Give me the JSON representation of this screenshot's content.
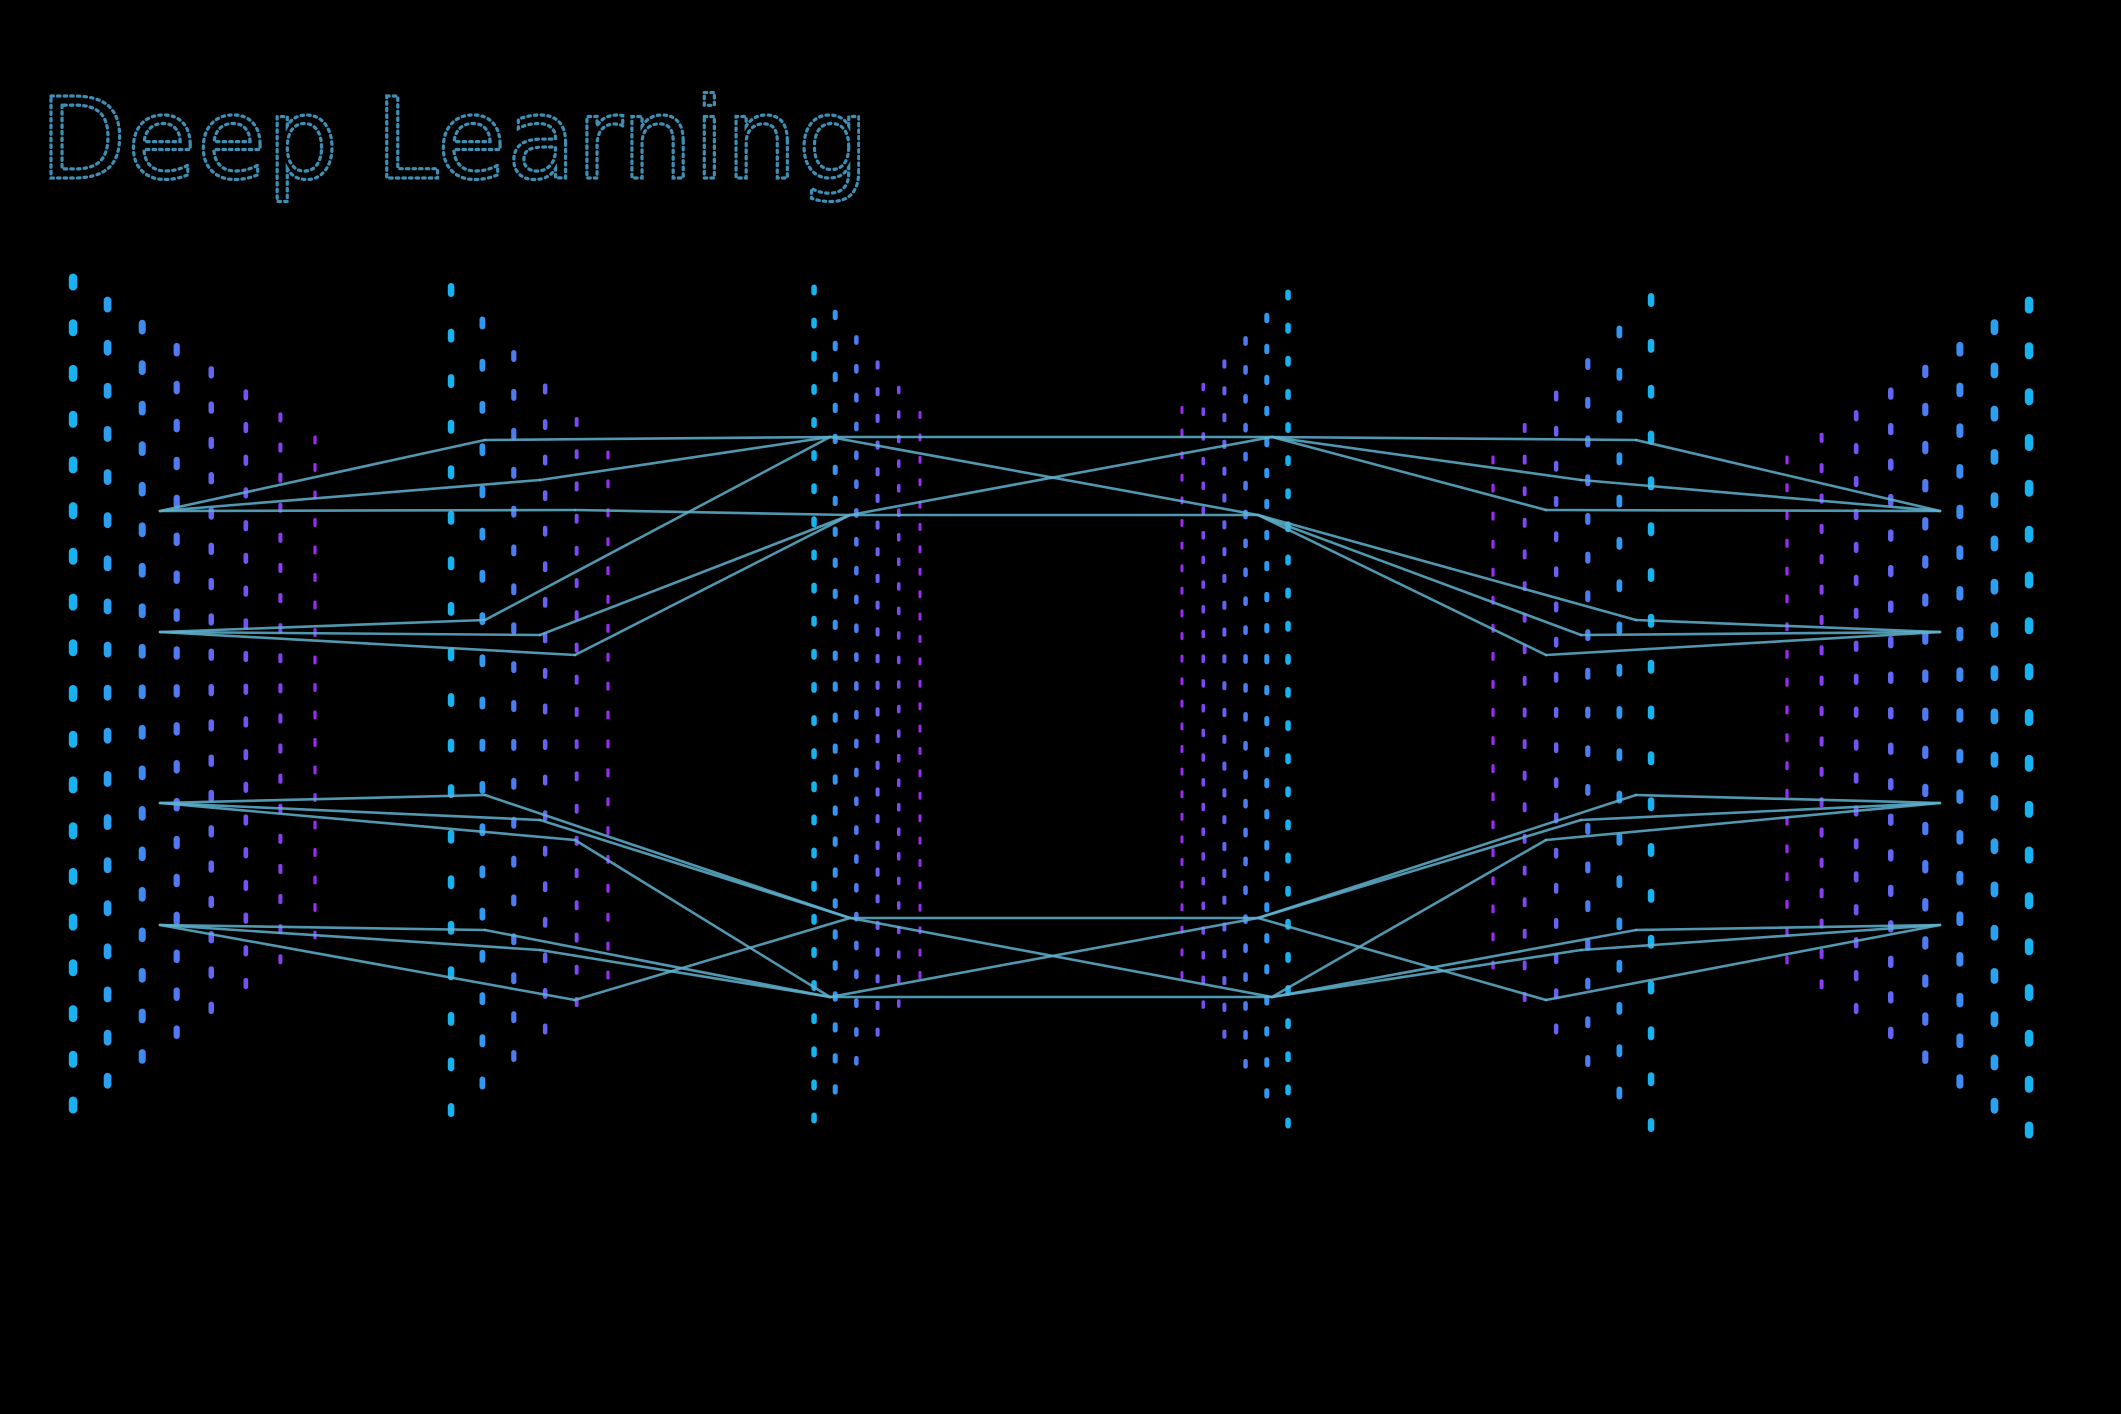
{
  "title": "Deep Learning",
  "colors": {
    "background": "#000000",
    "title": "#3f8fb4",
    "node_near": "#19b2f0",
    "node_far": "#9b2cf5",
    "connection": "#5fb2cf"
  },
  "network": {
    "layer_count": 6,
    "layers": [
      {
        "id": "layer-1",
        "facing": "right"
      },
      {
        "id": "layer-2",
        "facing": "right"
      },
      {
        "id": "layer-3",
        "facing": "right"
      },
      {
        "id": "layer-4",
        "facing": "left"
      },
      {
        "id": "layer-5",
        "facing": "left"
      },
      {
        "id": "layer-6",
        "facing": "left"
      }
    ]
  }
}
